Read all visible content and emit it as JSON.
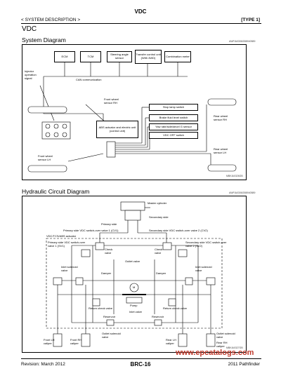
{
  "header": {
    "title": "VDC",
    "section": "< SYSTEM DESCRIPTION >",
    "type": "[TYPE 1]"
  },
  "page_heading": "VDC",
  "system_diagram": {
    "heading": "System Diagram",
    "code_top": "AWFIA0306GB8940589",
    "code_bottom": "MBKIA0326GB",
    "boxes": {
      "ecm": "ECM",
      "tcm": "TCM",
      "steering": "Steering angle sensor",
      "transfer": "Transfer control unit (With 4WD)",
      "combination": "Combination meter",
      "abs": "ABS actuator and electric unit (control unit)",
      "stop_lamp": "Stop lamp switch",
      "brake_fluid": "Brake fluid level switch",
      "yaw": "Yaw rate/side/decel G sensor",
      "vdc_off": "VDC OFF switch"
    },
    "labels": {
      "can": "CAN communication",
      "injector": "Injector\noperation\nsignal",
      "front_rh": "Front wheel\nsensor RH",
      "rear_rh": "Rear wheel\nsensor RH",
      "front_lh": "Front wheel\nsensor LH",
      "rear_lh": "Rear wheel\nsensor LH"
    }
  },
  "hydraulic": {
    "heading": "Hydraulic Circuit Diagram",
    "code_top": "AWFIA0306GB8940589",
    "code_bottom": "MBKIA0327GB",
    "labels": {
      "master": "Master cylinder",
      "secondary_side": "Secondary side",
      "primary_side": "Primary side",
      "cv1": "Primary side VDC switch-over valve 1 (CV1)",
      "cv2": "Secondary side VDC switch-over valve 2 (CV2)",
      "actuator": "VDC/TCS/ABS actuator",
      "sv1": "Primary side VDC switch-over\nvalve 1 (SV1)",
      "sv2": "Secondary side VDC switch-over\nvalve 2 (SV2)",
      "check_l": "Check\nvalve",
      "check_r": "Check\nvalve",
      "outlet_valve": "Outlet valve",
      "inlet_l": "Inlet solenoid\nvalve",
      "inlet_r": "Inlet solenoid\nvalve",
      "damper_l": "Damper",
      "damper_r": "Damper",
      "motor": "M",
      "pump": "Pump",
      "return_l": "Return check valve",
      "return_r": "Return check valve",
      "inlet_valve": "Inlet valve",
      "reservoir_l": "Reservoir",
      "reservoir_r": "Reservoir",
      "outlet_sol_bottom": "Outlet solenoid\nvalve",
      "outlet_sol_right": "Outlet solenoid\nvalve",
      "front_lh": "Front LH\ncaliper",
      "front_rh": "Front RH\ncaliper",
      "rear_lh": "Rear LH\ncaliper",
      "rear_rh": "Rear RH\ncaliper"
    }
  },
  "footer": {
    "revision": "Revision: March 2012",
    "page": "BRC-16",
    "model": "2011 Pathfinder",
    "watermark": "www.epcatalogs.com"
  }
}
